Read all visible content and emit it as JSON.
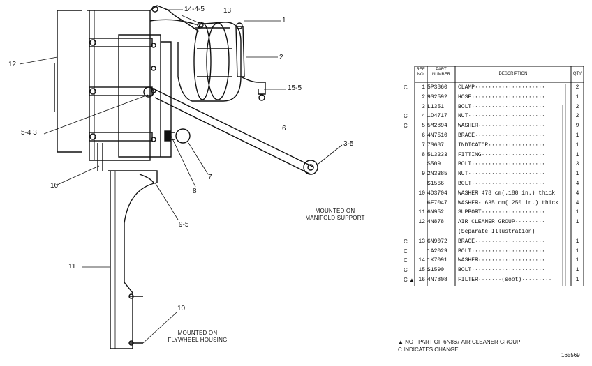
{
  "callouts": {
    "c1": "1",
    "c2": "2",
    "c3": "3-5",
    "c6": "6",
    "c7": "7",
    "c8": "8",
    "c9": "9-5",
    "c10": "10",
    "c11": "11",
    "c12": "12",
    "c13": "13",
    "c14": "14-4-5",
    "c15": "15-5",
    "c16": "16",
    "c543": "5-4  3"
  },
  "notes": {
    "manifold": [
      "MOUNTED ON",
      "MANIFOLD SUPPORT"
    ],
    "flywheel": [
      "MOUNTED ON",
      "FLYWHEEL HOUSING"
    ]
  },
  "table": {
    "headers": {
      "ref": "REF. NO.",
      "part": "PART NUMBER",
      "desc": "DESCRIPTION",
      "qty": "QTY"
    },
    "rows": [
      {
        "mark": "C",
        "ref": "1",
        "part": "5P3860",
        "desc": "CLAMP·····················",
        "qty": "2"
      },
      {
        "mark": "",
        "ref": "2",
        "part": "9S2592",
        "desc": "HOSE······················",
        "qty": "1"
      },
      {
        "mark": "",
        "ref": "3",
        "part": "L1351",
        "desc": "BOLT······················",
        "qty": "2"
      },
      {
        "mark": "C",
        "ref": "4",
        "part": "1D4717",
        "desc": "NUT·······················",
        "qty": "2"
      },
      {
        "mark": "C",
        "ref": "5",
        "part": "5M2894",
        "desc": "WASHER····················",
        "qty": "9"
      },
      {
        "mark": "",
        "ref": "6",
        "part": "4N7510",
        "desc": "BRACE·····················",
        "qty": "1"
      },
      {
        "mark": "",
        "ref": "7",
        "part": "7S687",
        "desc": "INDICATOR·················",
        "qty": "1"
      },
      {
        "mark": "",
        "ref": "8",
        "part": "5L3233",
        "desc": "FITTING···················",
        "qty": "1"
      },
      {
        "mark": "",
        "ref": "",
        "part": "S509",
        "desc": "BOLT······················",
        "qty": "3"
      },
      {
        "mark": "",
        "ref": "9",
        "part": "2N3385",
        "desc": "NUT·······················",
        "qty": "1"
      },
      {
        "mark": "",
        "ref": "",
        "part": "S1566",
        "desc": "BOLT······················",
        "qty": "4"
      },
      {
        "mark": "",
        "ref": "10",
        "part": "4D3704",
        "desc": "WASHER      478 cm(.188 in.) thick",
        "qty": "4"
      },
      {
        "mark": "",
        "ref": "",
        "part": "6F7047",
        "desc": "WASHER-   635 cm(.250 in.) thick",
        "qty": "4"
      },
      {
        "mark": "",
        "ref": "11",
        "part": "6N952",
        "desc": "SUPPORT···················",
        "qty": "1"
      },
      {
        "mark": "",
        "ref": "12",
        "part": "4N878",
        "desc": "AIR CLEANER GROUP·········",
        "qty": "1"
      },
      {
        "mark": "",
        "ref": "",
        "part": "",
        "desc": "    (Separate Illustration)",
        "qty": ""
      },
      {
        "mark": "C",
        "ref": "13",
        "part": "6N9072",
        "desc": "BRACE·····················",
        "qty": "1"
      },
      {
        "mark": "C",
        "ref": "",
        "part": "1A2029",
        "desc": "BOLT······················",
        "qty": "1"
      },
      {
        "mark": "C",
        "ref": "14",
        "part": "1K7091",
        "desc": "WASHER····················",
        "qty": "1"
      },
      {
        "mark": "C",
        "ref": "15",
        "part": "S1590",
        "desc": "BOLT······················",
        "qty": "1"
      },
      {
        "mark": "C ▲",
        "ref": "16",
        "part": "4N7808",
        "desc": "FILTER·······(soot)·········",
        "qty": "1"
      }
    ]
  },
  "footnotes": {
    "line1": "▲ NOT PART OF 6N867 AIR CLEANER GROUP",
    "line2": "C INDICATES CHANGE"
  },
  "drawing_number": "165569"
}
